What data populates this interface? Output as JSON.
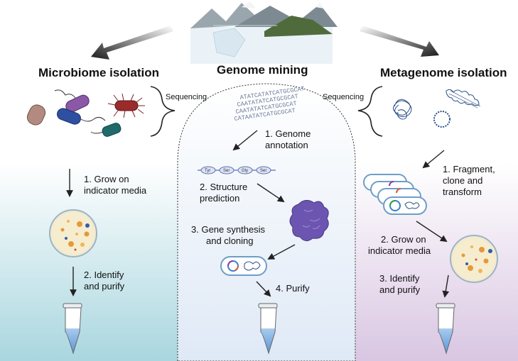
{
  "headings": {
    "left": "Microbiome isolation",
    "center": "Genome mining",
    "right": "Metagenome isolation"
  },
  "sequencing": {
    "left": "Sequencing",
    "right": "Sequencing"
  },
  "dna_sequence": [
    "ATATCATATCATGCGCAT",
    "CAATATATCATGCGCAT",
    "CAATATATCATGCGCAT",
    "CATAATATCATGCGCAT"
  ],
  "left_steps": {
    "step1": [
      "1. Grow on",
      "indicator media"
    ],
    "step2": [
      "2. Identify",
      "and purify"
    ]
  },
  "center_steps": {
    "step1": [
      "1. Genome",
      "annotation"
    ],
    "step2": [
      "2. Structure",
      "prediction"
    ],
    "step3": [
      "3. Gene synthesis",
      "and cloning"
    ],
    "step4": "4. Purify"
  },
  "right_steps": {
    "step1": [
      "1. Fragment,",
      "clone and",
      "transform"
    ],
    "step2": [
      "2. Grow on",
      "indicator media"
    ],
    "step3": [
      "3. Identify",
      "and purify"
    ]
  },
  "residues": [
    "Tyr",
    "Ser",
    "Gly",
    "Ser"
  ],
  "colors": {
    "left_panel": "#a9d6df",
    "right_panel": "#d9c6e2",
    "center_panel": "#dfe9f6",
    "protein": "#6b55b0",
    "arrow": "#222222"
  }
}
